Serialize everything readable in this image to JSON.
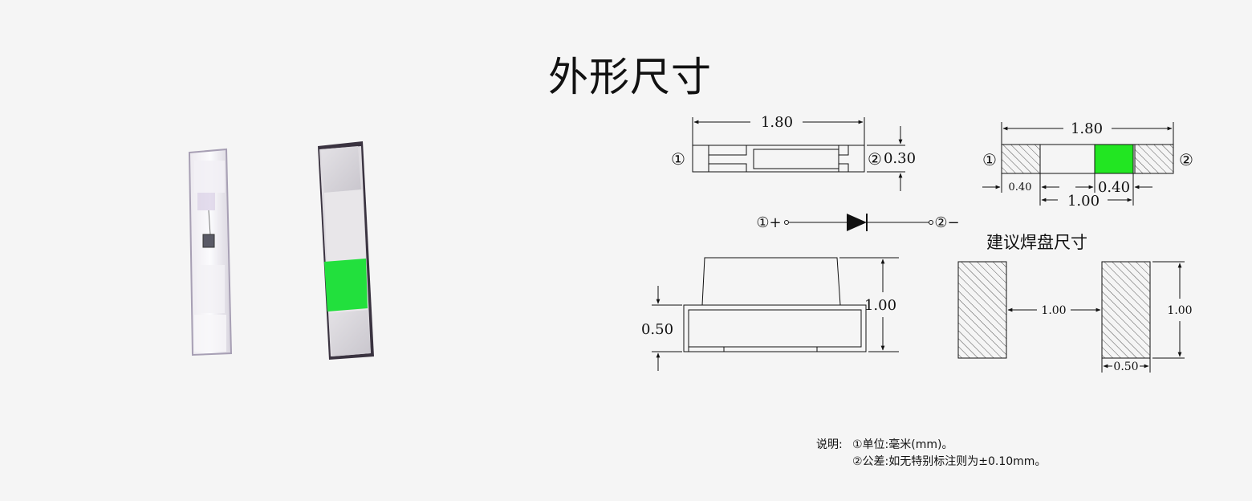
{
  "title": "外形尺寸",
  "top_view": {
    "width": "1.80",
    "thickness": "0.30",
    "pin1": "①",
    "pin2": "②"
  },
  "bottom_view": {
    "width": "1.80",
    "pad_width": "0.40",
    "pad_width_right": "0.40",
    "pad_spacing": "1.00",
    "pin1": "①",
    "pin2": "②"
  },
  "polarity": {
    "anode": "①+",
    "cathode": "②−"
  },
  "side_view": {
    "height": "1.00",
    "base_height": "0.50"
  },
  "pad_layout": {
    "heading": "建议焊盘尺寸",
    "gap": "1.00",
    "pad_height": "1.00",
    "pad_width": "0.50"
  },
  "notes": {
    "label": "说明:",
    "line1": "①单位:毫米(mm)。",
    "line2": "②公差:如无特别标注则为±0.10mm。"
  },
  "colors": {
    "led_green": "#22e622",
    "hatch": "#555555"
  }
}
